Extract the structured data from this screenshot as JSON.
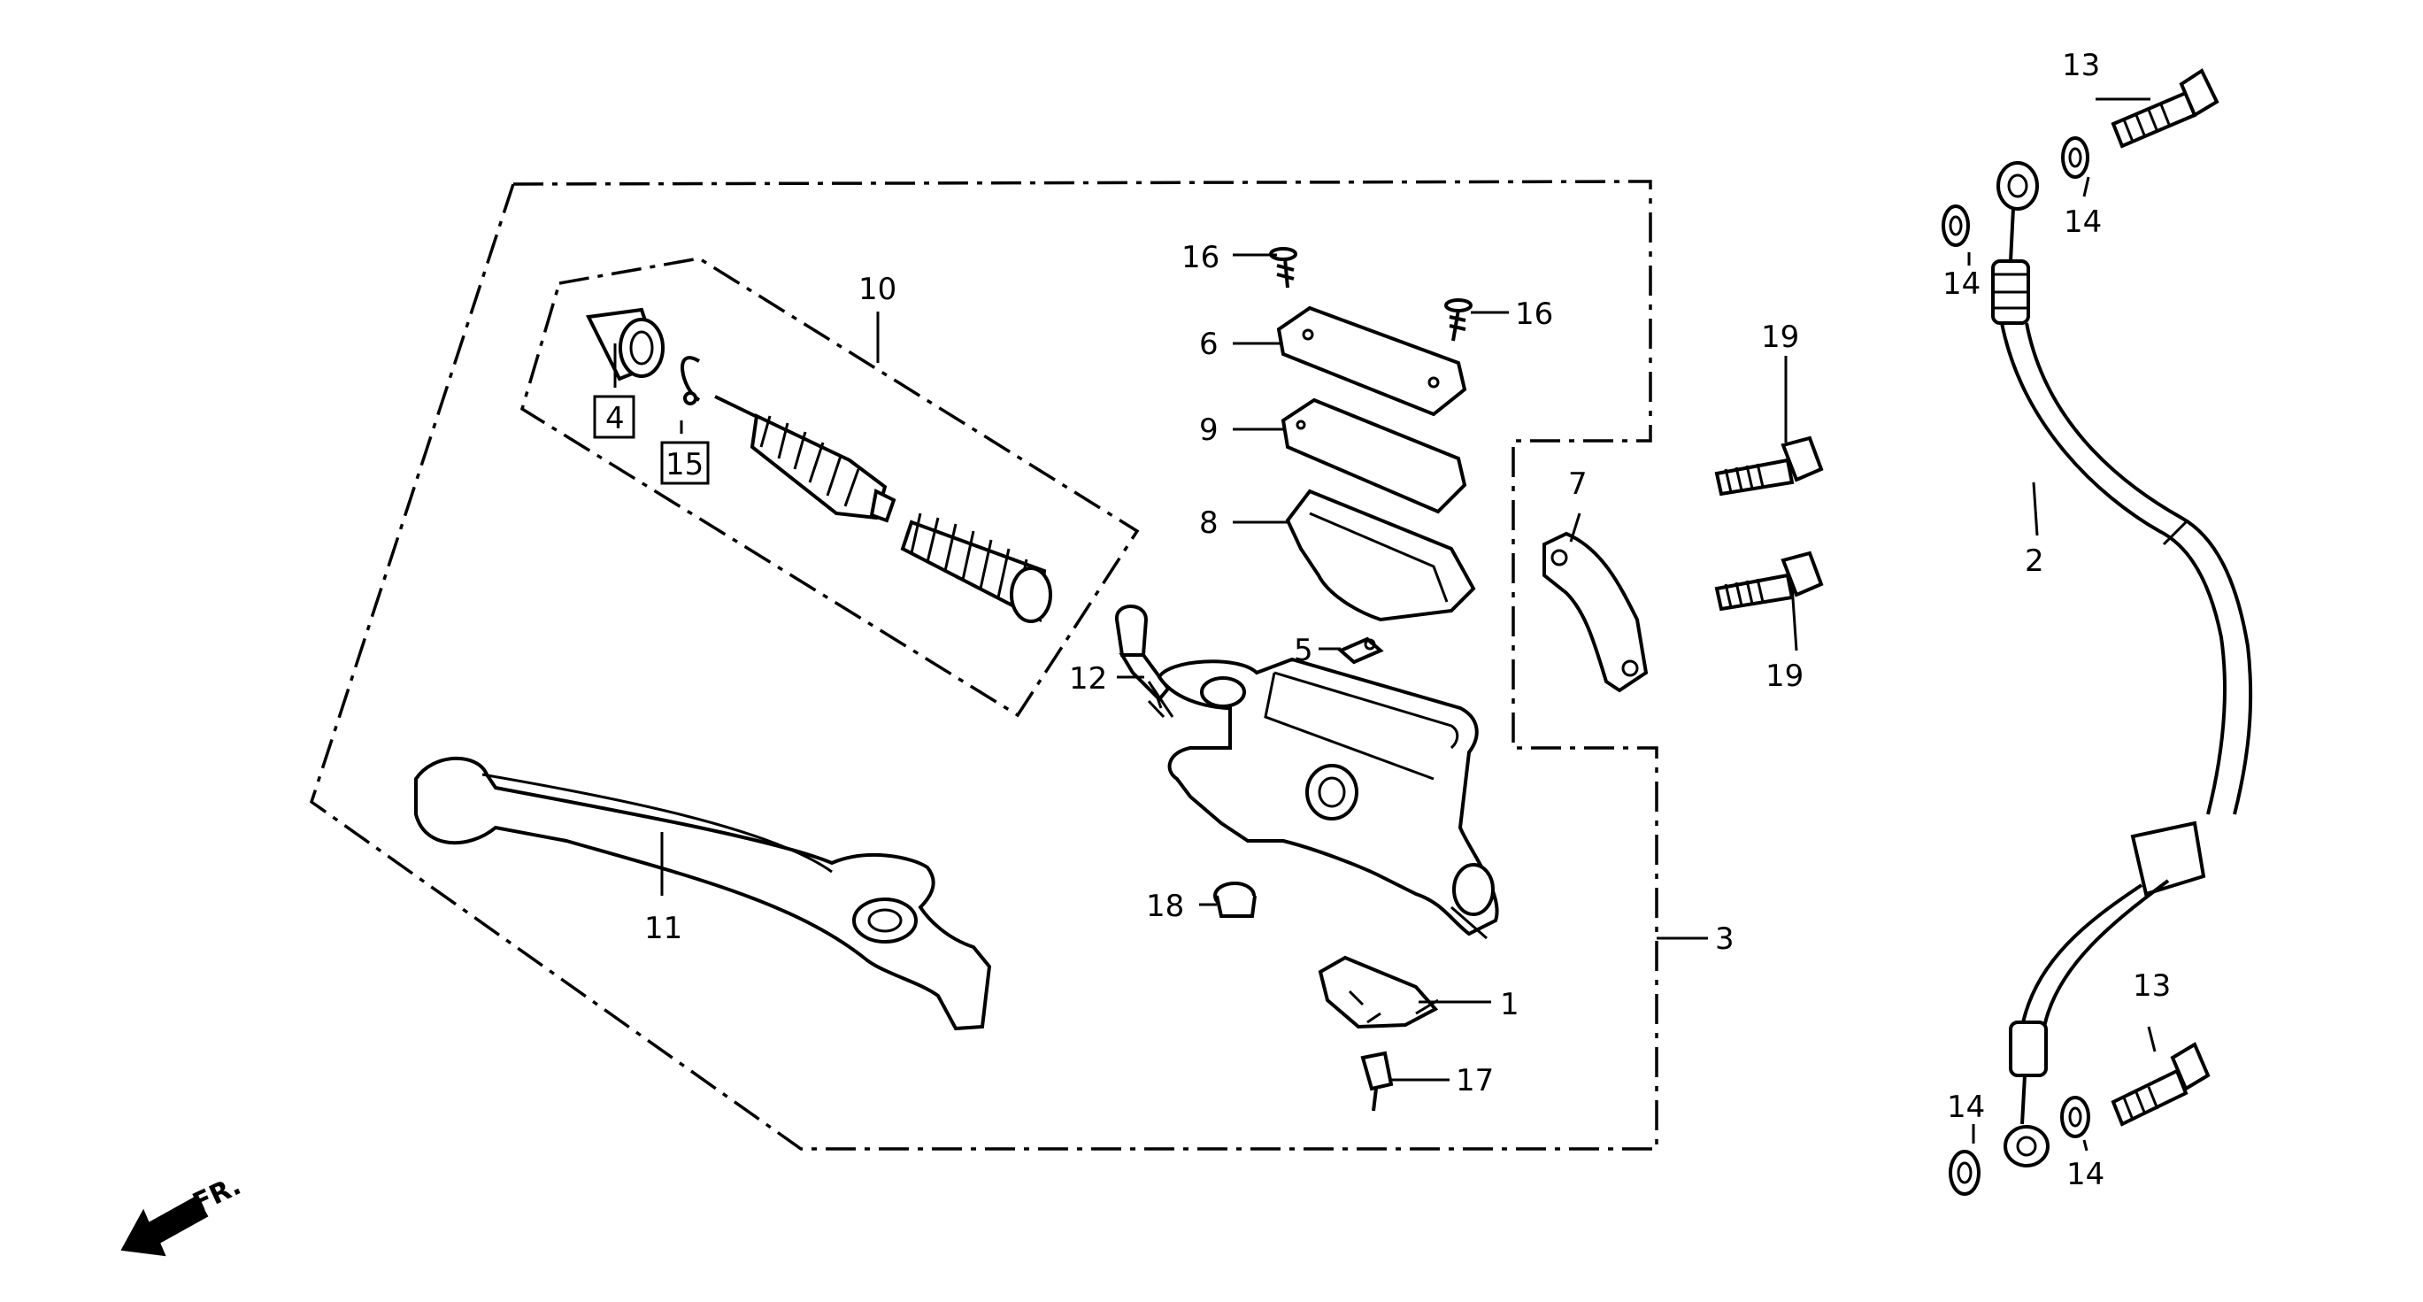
{
  "callouts": {
    "part_1": "1",
    "part_2": "2",
    "part_3": "3",
    "part_4": "4",
    "part_5": "5",
    "part_6": "6",
    "part_7": "7",
    "part_8": "8",
    "part_9": "9",
    "part_10": "10",
    "part_11": "11",
    "part_12": "12",
    "part_13_top": "13",
    "part_13_bottom": "13",
    "part_14_a": "14",
    "part_14_b": "14",
    "part_14_c": "14",
    "part_14_d": "14",
    "part_15": "15",
    "part_16_left": "16",
    "part_16_right": "16",
    "part_17": "17",
    "part_18": "18",
    "part_19_top": "19",
    "part_19_bottom": "19"
  },
  "direction_label": "FR."
}
